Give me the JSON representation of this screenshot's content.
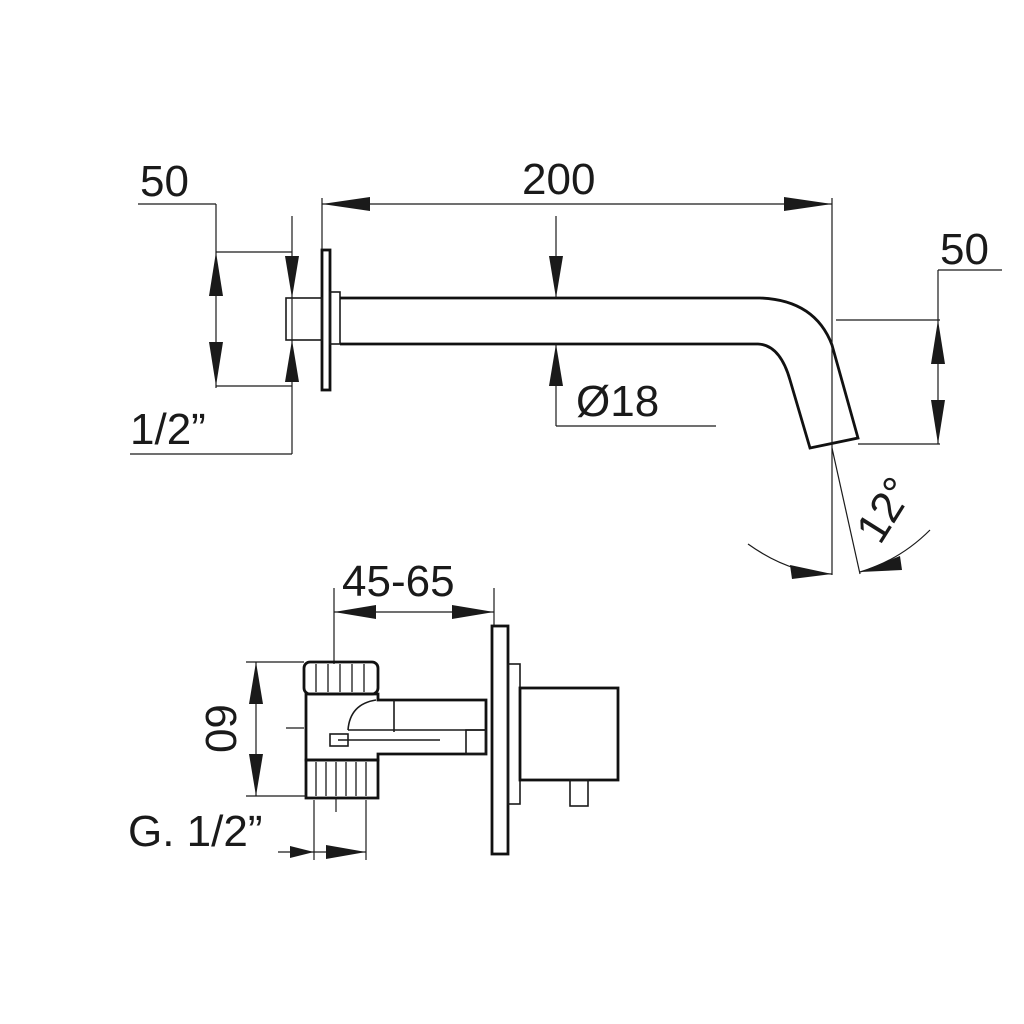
{
  "dimensions": {
    "spout_length": "200",
    "wall_plate_depth": "50",
    "outlet_height": "50",
    "connection": "1/2”",
    "pipe_diameter": "Ø18",
    "outlet_angle": "12°",
    "installation_depth": "45-65",
    "valve_height": "60",
    "thread_size": "G. 1/2”"
  }
}
